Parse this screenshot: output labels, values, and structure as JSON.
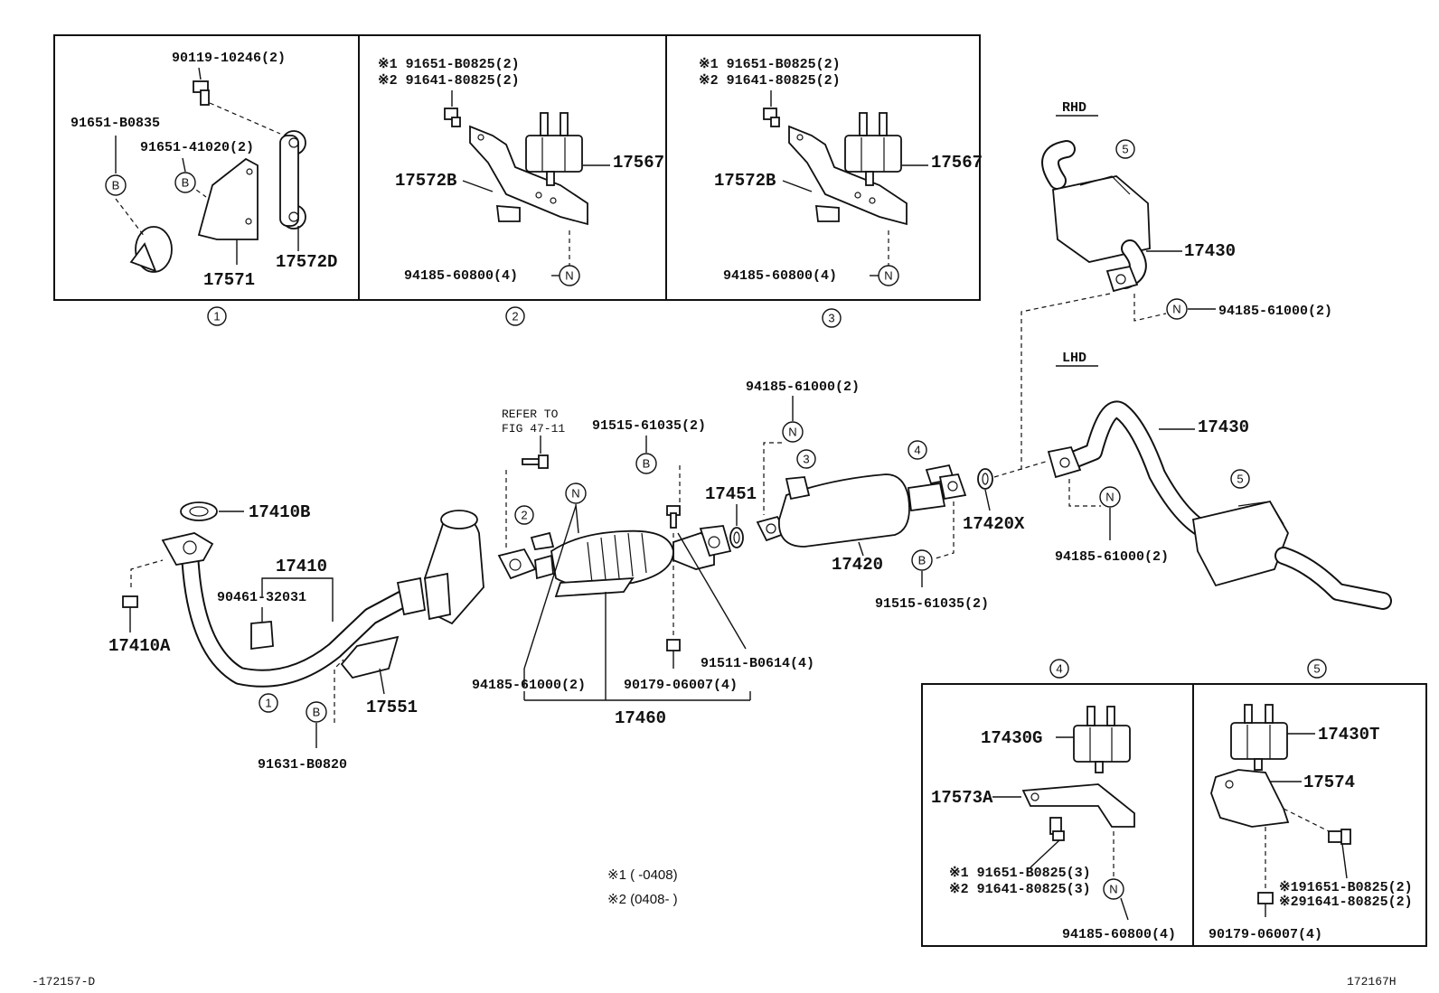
{
  "panels": {
    "p1": {
      "num": "1",
      "labels": [
        "90119-10246(2)",
        "91651-B0835",
        "91651-41020(2)",
        "17571",
        "17572D"
      ]
    },
    "p2": {
      "num": "2",
      "note1": "※1 91651-B0825(2)",
      "note2": "※2 91641-80825(2)",
      "labels": [
        "17572B",
        "17567",
        "94185-60800(4)"
      ]
    },
    "p3": {
      "num": "3",
      "note1": "※1 91651-B0825(2)",
      "note2": "※2 91641-80825(2)",
      "labels": [
        "17572B",
        "17567",
        "94185-60800(4)"
      ]
    },
    "p4": {
      "num": "4",
      "labels": [
        "17430G",
        "17573A",
        "※1 91651-B0825(3)",
        "※2 91641-80825(3)",
        "94185-60800(4)"
      ]
    },
    "p5": {
      "num": "5",
      "labels": [
        "17430T",
        "17574",
        "※191651-B0825(2)",
        "※291641-80825(2)",
        "90179-06007(4)"
      ]
    }
  },
  "rhd": {
    "title": "RHD",
    "part": "17430",
    "nut": "94185-61000(2)",
    "ref": "5"
  },
  "lhd": {
    "title": "LHD",
    "part": "17430",
    "nut": "94185-61000(2)",
    "ref": "5"
  },
  "main": {
    "gasket": "17410B",
    "pipe": "17410",
    "bolt": "90461-32031",
    "nut": "17410A",
    "ref1": "1",
    "insulator": "17551",
    "bolt_b": "91631-B0820",
    "refer1": "REFER TO",
    "refer2": "FIG 47-11",
    "bolt2": "91515-61035(2)",
    "ref2": "2",
    "nut_left": "94185-61000(2)",
    "conv": "17460",
    "nut_bottom": "90179-06007(4)",
    "stud": "91511-B0614(4)",
    "gasket2": "17451",
    "nut_top": "94185-61000(2)",
    "ref3": "3",
    "ref4": "4",
    "center": "17420",
    "gasket3": "17420X",
    "bolt3": "91515-61035(2)"
  },
  "notes": {
    "n1": "※1  (      -0408)",
    "n2": "※2  (0408-      )"
  },
  "footer": {
    "left": "-172157-D",
    "right": "172167H"
  },
  "symbols": {
    "b": "B",
    "n": "N"
  }
}
